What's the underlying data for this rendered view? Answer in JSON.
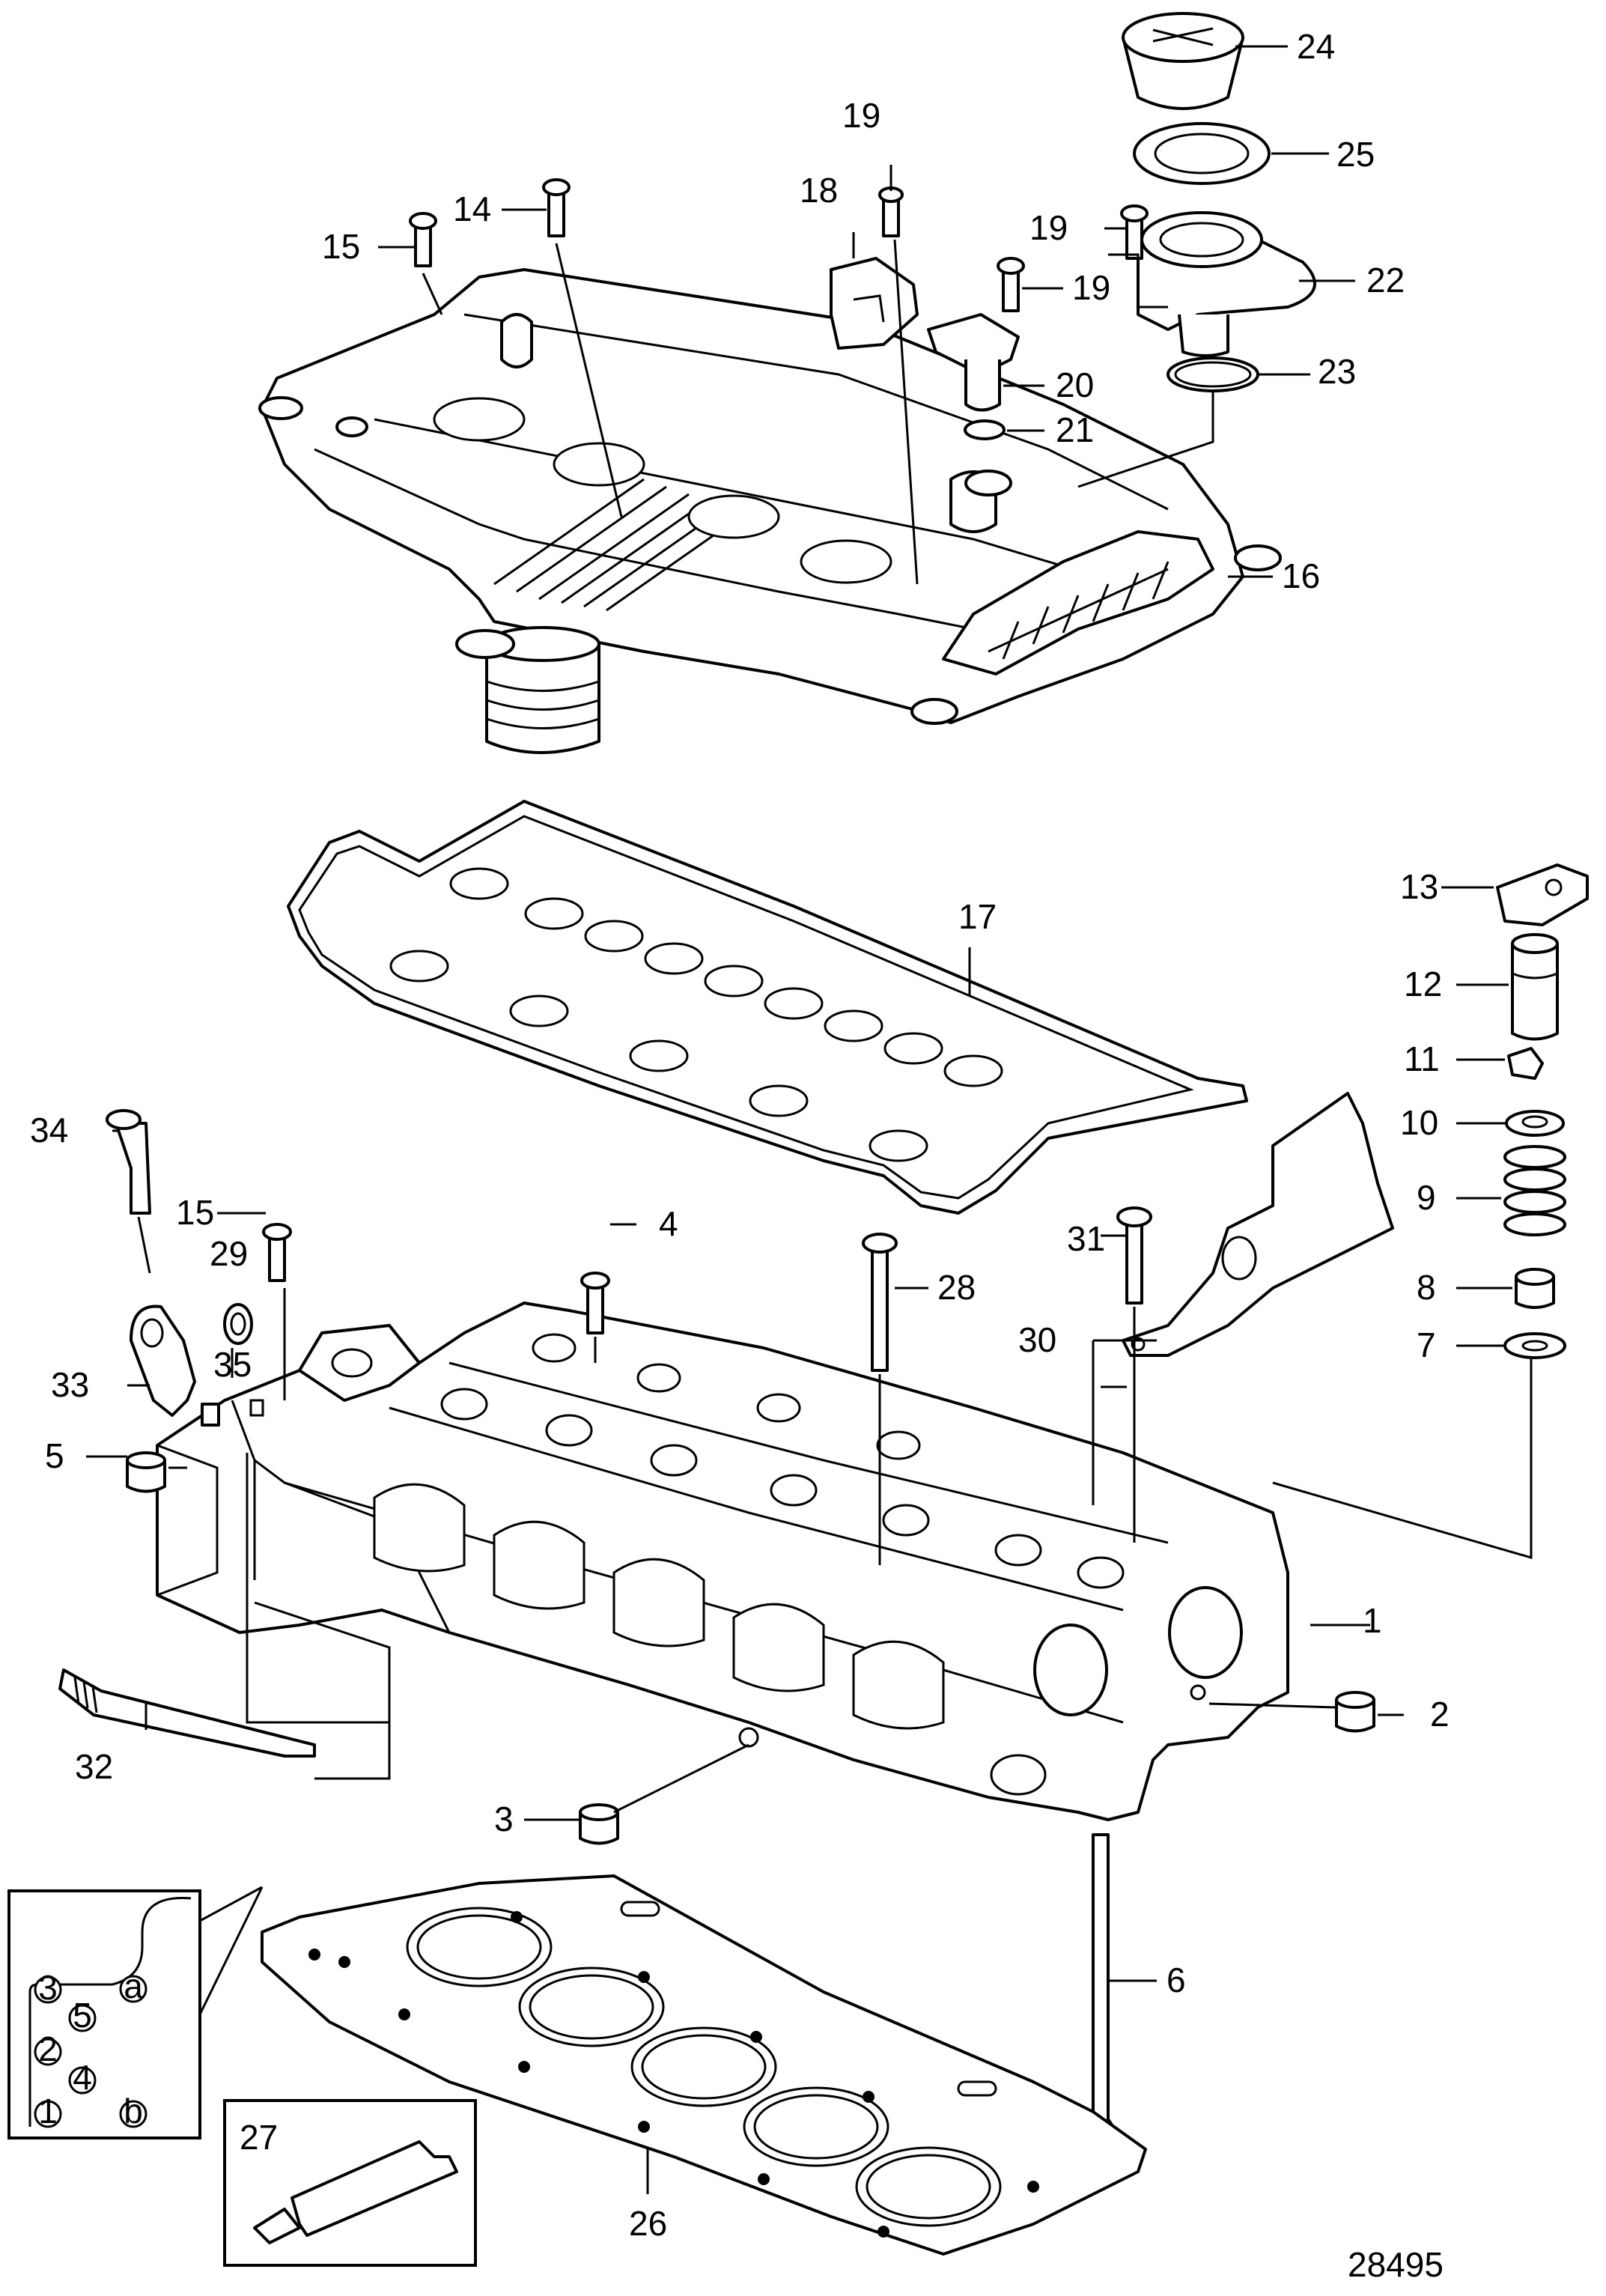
{
  "drawing_number": "28495",
  "callouts": {
    "c1": "1",
    "c2": "2",
    "c3": "3",
    "c4": "4",
    "c5": "5",
    "c6": "6",
    "c7": "7",
    "c8": "8",
    "c9": "9",
    "c10": "10",
    "c11": "11",
    "c12": "12",
    "c13": "13",
    "c14": "14",
    "c15a": "15",
    "c15b": "15",
    "c16": "16",
    "c17": "17",
    "c18": "18",
    "c19a": "19",
    "c19b": "19",
    "c19c": "19",
    "c20": "20",
    "c21": "21",
    "c22": "22",
    "c23": "23",
    "c24": "24",
    "c25": "25",
    "c26": "26",
    "c27": "27",
    "c28": "28",
    "c29": "29",
    "c30": "30",
    "c31": "31",
    "c32": "32",
    "c33": "33",
    "c34": "34",
    "c35": "35"
  },
  "tightening_sequence": {
    "s1": "1",
    "s2": "2",
    "s3": "3",
    "s4": "4",
    "s5": "5",
    "sa": "a",
    "sb": "b"
  }
}
